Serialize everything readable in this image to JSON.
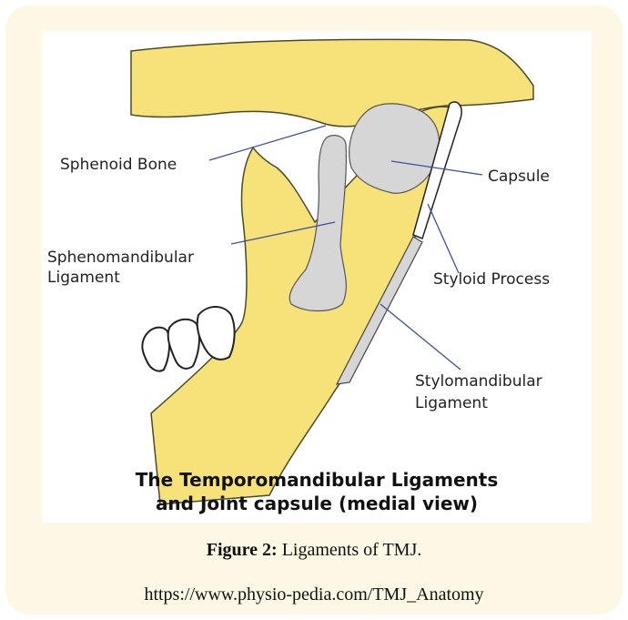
{
  "labels": {
    "sphenoid_bone": "Sphenoid Bone",
    "capsule": "Capsule",
    "spheno_line1": "Sphenomandibular",
    "spheno_line2": "Ligament",
    "styloid_process": "Styloid Process",
    "stylo_line1": "Stylomandibular",
    "stylo_line2": "Ligament"
  },
  "figure_title": {
    "line1": "The Temporomandibular Ligaments",
    "line2": "and Joint capsule (medial view)"
  },
  "caption": {
    "figure_label": "Figure 2:",
    "figure_text": " Ligaments of TMJ.",
    "source_url": "https://www.physio-pedia.com/TMJ_Anatomy"
  },
  "colors": {
    "card_background": "#fdf8e6",
    "bone": "#f7e27a",
    "ligament": "#d6d6d6",
    "leader_line": "#3a4fa0"
  }
}
